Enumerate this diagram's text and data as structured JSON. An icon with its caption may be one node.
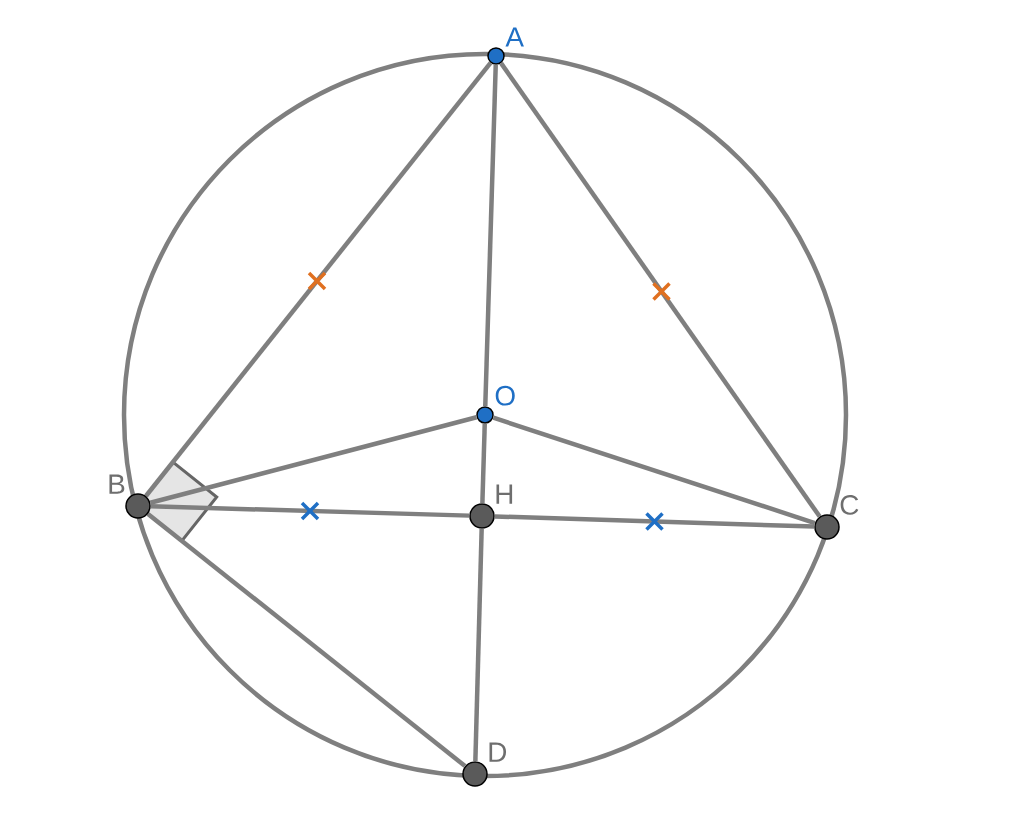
{
  "diagram": {
    "nodes": [
      {
        "text": [
          "A"
        ]
      },
      {
        "text": [
          "O"
        ]
      },
      {
        "text": [
          "B"
        ]
      },
      {
        "text": [
          "H"
        ]
      },
      {
        "text": [
          "C"
        ]
      },
      {
        "text": [
          "D"
        ]
      }
    ],
    "edges": [
      {
        "from": 0,
        "to": 2,
        "arrow": "none"
      },
      {
        "from": 0,
        "to": 4,
        "arrow": "none"
      },
      {
        "from": 0,
        "to": 1,
        "arrow": "none"
      },
      {
        "from": 1,
        "to": 2,
        "arrow": "none"
      },
      {
        "from": 1,
        "to": 4,
        "arrow": "none"
      },
      {
        "from": 2,
        "to": 3,
        "arrow": "none"
      },
      {
        "from": 3,
        "to": 4,
        "arrow": "none"
      },
      {
        "from": 1,
        "to": 3,
        "arrow": "none"
      },
      {
        "from": 3,
        "to": 5,
        "arrow": "none"
      },
      {
        "from": 2,
        "to": 5,
        "arrow": "none"
      }
    ]
  }
}
